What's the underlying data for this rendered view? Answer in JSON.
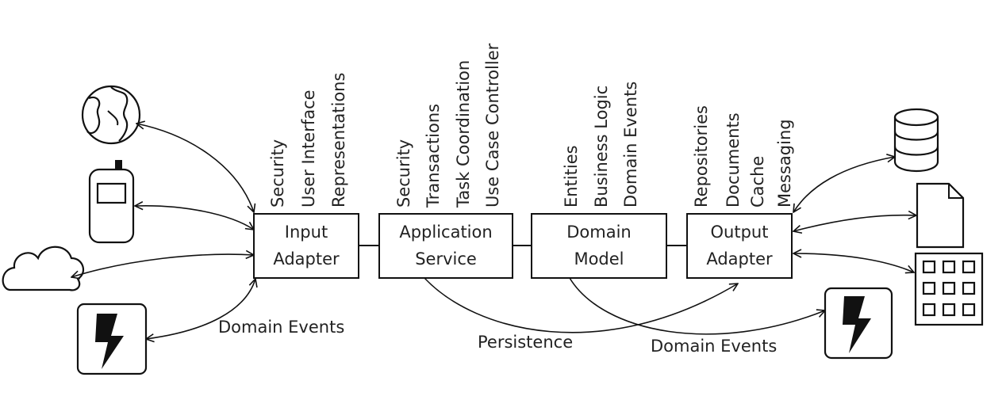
{
  "boxes": {
    "input_adapter": {
      "line1": "Input",
      "line2": "Adapter"
    },
    "application_service": {
      "line1": "Application",
      "line2": "Service"
    },
    "domain_model": {
      "line1": "Domain",
      "line2": "Model"
    },
    "output_adapter": {
      "line1": "Output",
      "line2": "Adapter"
    }
  },
  "concerns": {
    "input_adapter": [
      "Security",
      "User Interface",
      "Representations"
    ],
    "application_service": [
      "Security",
      "Transactions",
      "Task Coordination",
      "Use Case Controller"
    ],
    "domain_model": [
      "Entities",
      "Business Logic",
      "Domain Events"
    ],
    "output_adapter": [
      "Repositories",
      "Documents",
      "Cache",
      "Messaging"
    ]
  },
  "flow_labels": {
    "input_domain_events": "Domain Events",
    "persistence": "Persistence",
    "output_domain_events": "Domain Events"
  },
  "icons": {
    "left": [
      "globe-icon",
      "mobile-phone-icon",
      "cloud-icon",
      "lightning-event-icon"
    ],
    "right": [
      "database-icon",
      "document-icon",
      "grid-icon",
      "lightning-event-icon"
    ]
  }
}
